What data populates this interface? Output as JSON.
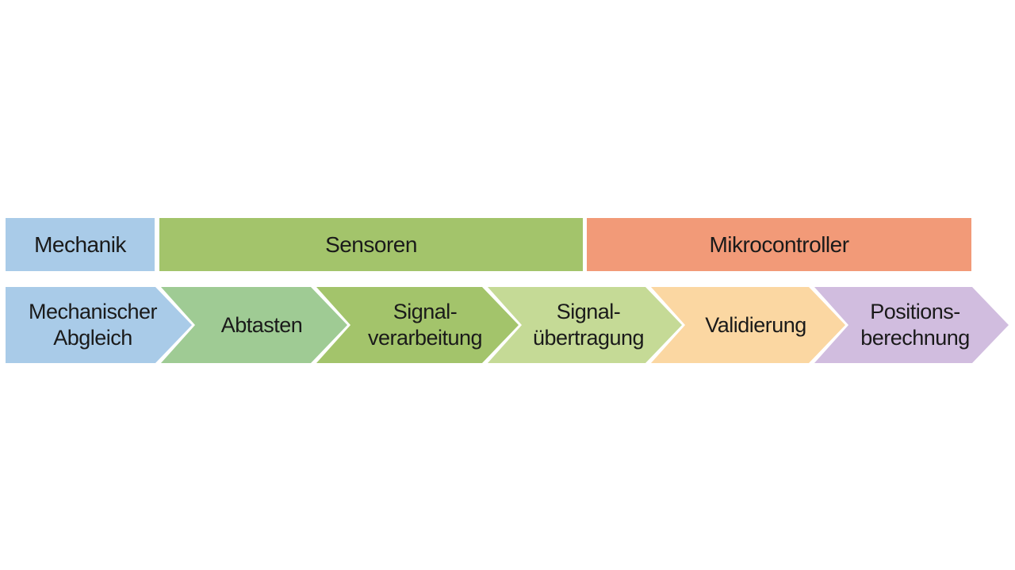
{
  "colors": {
    "mechanik": "#a9cbe8",
    "sensoren": "#a3c46b",
    "mikrocontroller": "#f29a78",
    "mechanischer_abgleich": "#a9cbe8",
    "abtasten": "#9fcb94",
    "signalverarbeitung": "#a3c46b",
    "signaluebertragung": "#c5da96",
    "validierung": "#fbd7a2",
    "positionsberechnung": "#d1bddf",
    "text": "#1a1a1a"
  },
  "bands": {
    "mechanik": "Mechanik",
    "sensoren": "Sensoren",
    "mikrocontroller": "Mikrocontroller"
  },
  "steps": [
    {
      "line1": "Mechanischer",
      "line2": "Abgleich"
    },
    {
      "line1": "Abtasten",
      "line2": ""
    },
    {
      "line1": "Signal-",
      "line2": "verarbeitung"
    },
    {
      "line1": "Signal-",
      "line2": "übertragung"
    },
    {
      "line1": "Validierung",
      "line2": ""
    },
    {
      "line1": "Positions-",
      "line2": "berechnung"
    }
  ]
}
